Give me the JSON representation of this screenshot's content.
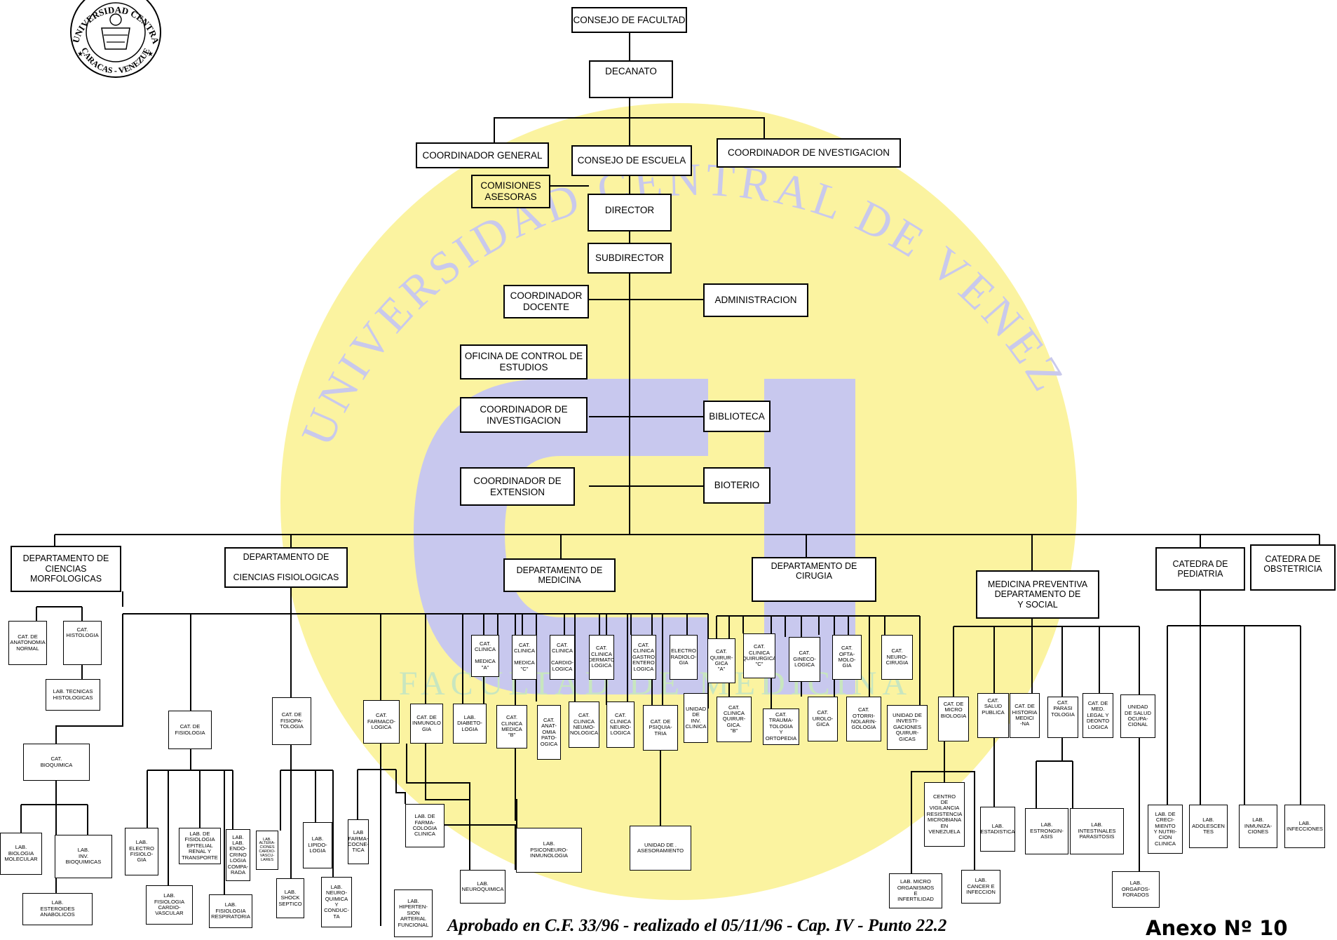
{
  "seal": {
    "top_text": "UNIVERSIDAD CENTRAL",
    "bottom_text": "CARACAS - VENEZUELA"
  },
  "watermark": {
    "ring_text": "UNIVERSIDAD CENTRAL DE VENEZUELA",
    "bottom_text": "FACULTAD DE MEDICINA",
    "colors": {
      "circle": "#fbf3a0",
      "letters": "#c8c8ee"
    }
  },
  "top": {
    "consejo_facultad": "CONSEJO DE FACULTAD",
    "decanato": "DECANATO",
    "coordinador_general": "COORDINADOR GENERAL",
    "consejo_escuela": "CONSEJO DE ESCUELA",
    "coordinador_investigacion_top": "COORDINADOR DE   NVESTIGACION",
    "comisiones": "COMISIONES\nASESORAS",
    "director": "DIRECTOR",
    "subdirector": "SUBDIRECTOR",
    "coordinador_docente": "COORDINADOR\nDOCENTE",
    "administracion": "ADMINISTRACION",
    "oficina_control": "OFICINA DE CONTROL DE\nESTUDIOS",
    "coordinador_investigacion": "COORDINADOR DE\nINVESTIGACION",
    "biblioteca": "BIBLIOTECA",
    "coordinador_extension": "COORDINADOR DE\nEXTENSION",
    "bioterio": "BIOTERIO"
  },
  "departments": {
    "morfologicas": "DEPARTAMENTO DE\nCIENCIAS\nMORFOLOGICAS",
    "fisiologicas": "DEPARTAMENTO DE\n\nCIENCIAS FISIOLOGICAS",
    "medicina": "DEPARTAMENTO DE\nMEDICINA",
    "cirugia": "DEPARTAMENTO DE\nCIRUGIA",
    "preventiva": "MEDICINA PREVENTIVA\nDEPARTAMENTO DE\nY SOCIAL",
    "pediatria": "CATEDRA DE\nPEDIATRIA",
    "obstetricia": "CATEDRA DE\nOBSTETRICIA"
  },
  "units": {
    "anatomia": "CAT. DE\nANATONOMIA\nNORMAL",
    "histologia": "CAT.\nHISTOLOGIA",
    "lab_tecnicas": "LAB. TECNICAS\nHISTOLOGICAS",
    "bioquimica": "CAT.\nBIOQUIMICA",
    "lab_biologia": "LAB.\nBIOLOGIA\nMOLECULAR",
    "lab_inv_bioq": "LAB.\nINV.\nBIOQUIMICAS",
    "lab_esteroides": "LAB.\nESTEROIDES\nANABOLICOS",
    "cat_fisiologia": "CAT. DE\nFISIOLOGIA",
    "lab_electro": "LAB.\nELECTRO\nFISIOLO-\nGIA",
    "lab_fis_cardio": "LAB.\nFISIOLOGIA\nCARDIO-\nVASCULAR",
    "lab_fis_epitelial": "LAB. DE\nFISIOLOGIA\nEPITELIAL\nRENAL Y\nTRANSPORTE",
    "lab_fis_resp": "LAB.\nFISIOLOGIA\nRESPIRATORIA",
    "lab_endocrino": "LAB.\nLAB.\nENDO-\nCRINO\nLOGIA\nCOMPA-\nRADA",
    "cat_fisiopatologia": "CAT. DE\nFISIOPA-\nTOLOGIA",
    "lab_alteraciones": "LAB.\nALTERA-\nCIONES\nCARDIO-\nVASCU-\nLARES",
    "lab_shock": "LAB.\nSHOCK\nSEPTICO",
    "lab_lipidologia": "LAB.\nLIPIDO-\nLOGIA",
    "lab_neuroquimica_c": "LAB.\nNEURO-\nQUIMICA\nY\nCONDUC-\nTA",
    "cat_farmacologia": "CAT.\nFARMACO-\nLOGICA",
    "lab_farmacocinetica": "LAB\nFARMA-\nCOCNE-\nTICA",
    "lab_farmacologia_cl": "LAB. DE\nFARMA-\nCOLOGIA\nCLINICA",
    "lab_hipertension": "LAB.\nHIPERTEN-\nSION\nARTERIAL\nFUNCIONAL",
    "cat_inmunologia": "CAT. DE\nINMUNOLO\nGIA",
    "lab_neuroquimica": "LAB.\nNEUROQUIMICA",
    "cat_diabetologia": "LAB.\nDIABETO-\nLOGIA",
    "lab_psiconeuro": "LAB.\nPSICONEURO-\nINMUNOLOGIA",
    "clin_med_a": "CAT.\nCLINICA\n\nMEDICA\n\"A\"",
    "clin_med_c": "CAT.\nCLINICA\n\nMEDICA\n\"C\"",
    "clin_med_b": "CAT.\nCLINICA\nMEDICA\n\"B\"",
    "clin_cardio": "CAT.\nCLINICA\n\nCARDIO-\nLOGICA",
    "cat_anat_pat": "CAT.\nANAT-\nOMIA\nPATO-\nOGICA",
    "clin_dermato": "CAT.\nCLINICA\nDERMATO\nLOGICA",
    "clin_neumo": "CAT.\nCLINICA\nNEUMO-\nNOLOGICA",
    "clin_gastro": "CAT.\nCLINICA\nGASTRO\nENTERO\nLOGICA",
    "clin_neuro": "CAT.\nCLINICA\nNEURO-\nLOGICA",
    "cat_electro_rad": "ELECTRO\nRADIOLO-\nGIA",
    "cat_psiquiatria": "CAT. DE\nPSIQUIA-\nTRIA",
    "unidad_inv_clinica": "UNIDAD\nDE\nINV.\nCLINICA",
    "unidad_asesoramiento": "UNIDAD DE .\nASESORAMIENTO",
    "quir_a": "CAT.\nQUIRUR-\nGICA\n\"A\"",
    "quir_c": "CAT.\nCLINICA\nQUIRURGICA\n\"C\"",
    "quir_b": "CAT.\nCLINICA\nQUIRUR-\nGICA.\n\"B\"",
    "ginecologica": "CAT.\nGINECO-\nLOGICA",
    "traumatologia": "CAT.\nTRAUMA-\nTOLOGIA\nY ORTOPEDIA",
    "urologica": "CAT.\nUROLO-\nGICA",
    "oftamologia": "CAT.\nOFTA-\nMOLO-\nGIA",
    "otorrino": "CAT.\nOTORRI-\nNOLARIN-\nGOLOGIA",
    "neurocirugia": "CAT.\nNEURO-\nCIRUGIA",
    "unidad_quirurgicas": "UNIDAD DE\nINVESTI-\nGACIONES\nQUIRUR-\nGICAS",
    "microbiologia": "CAT. DE\nMICRO\nBIOLOGIA",
    "salud_publica": "CAT.\nSALUD\nPUBLICA",
    "historia": "CAT. DE\nHISTORIA\nMEDICI\n-NA",
    "parasitologia": "CAT.\nPARASI\nTOLOGIA",
    "med_legal": "CAT. DE\nMED.\nLEGAL Y\nDEONTO\nLOGICA",
    "salud_ocupacional": "UNIDAD\nDE SALUD\nOCUPA-\nCIONAL",
    "centro_vigilancia": "CENTRO\nDE\nVIGILANCIA\nRESISTENCIA\nMICROBIANA\nEN\nVENEZUELA",
    "lab_micro": "LAB. MICRO\nORGANISMOS\nE\nINFERTILIDAD",
    "lab_estadistica": "LAB.\nESTADISTICA",
    "lab_cancer": "LAB.\nCANCER E\nINFECCION",
    "lab_estrongin": "LAB.\nESTRONGIN-\nASIS",
    "lab_intestinales": "LAB.\nINTESTINALES\nPARASITOSIS",
    "lab_organofosforados": "LAB.\nORGAFOS-\nFORADOS",
    "lab_crecimiento": "LAB. DE\nCRECI-\nMIENTO\nY NUTRI-\nCION\nCLINICA",
    "lab_adolescentes": "LAB.\nADOLESCEN\nTES",
    "lab_inmunizaciones": "LAB.\nINMUNIZA-\nCIONES",
    "lab_infecciones": "LAB.\nINFECCIONES"
  },
  "footer": {
    "approval": "Aprobado en C.F. 33/96 - realizado el 05/11/96 - Cap. IV - Punto 22.2",
    "annex": "Anexo Nº 10"
  }
}
